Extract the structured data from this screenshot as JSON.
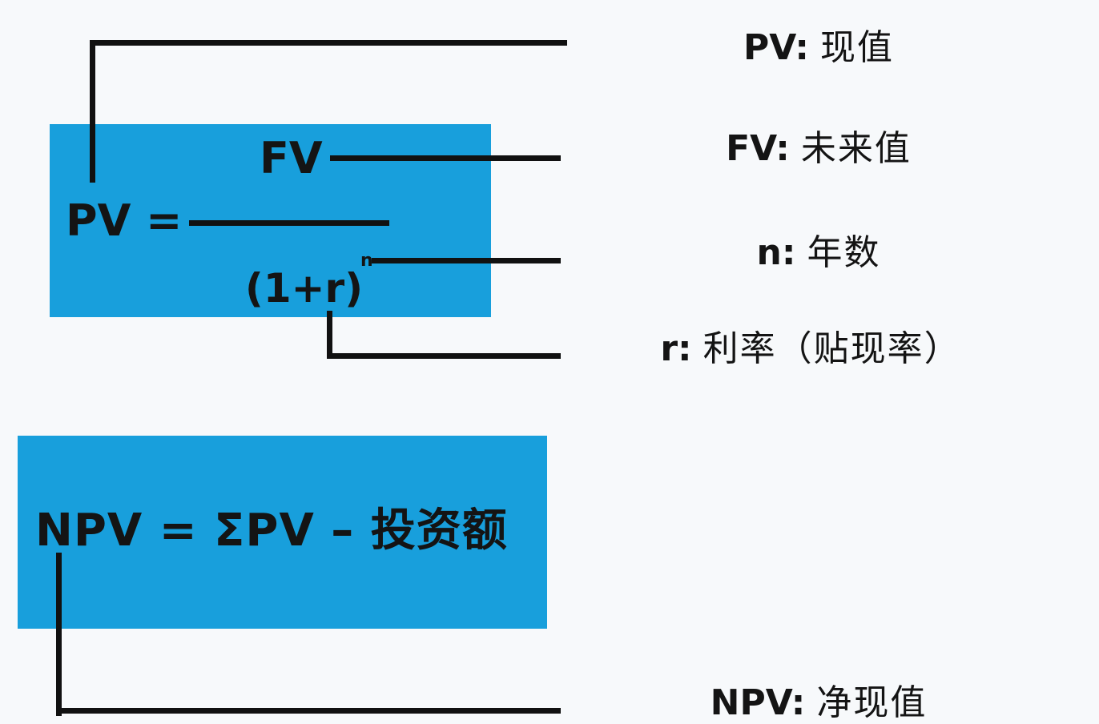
{
  "formula1": {
    "lhs": "PV =",
    "numerator": "FV",
    "denominator": "(1+r)",
    "exponent": "n"
  },
  "formula2": {
    "text": "NPV = ΣPV – 投资额"
  },
  "legend": [
    {
      "key": "PV:",
      "value": "现值"
    },
    {
      "key": "FV:",
      "value": "未来值"
    },
    {
      "key": "n:",
      "value": "年数"
    },
    {
      "key": "r:",
      "value": "利率（贴现率）"
    },
    {
      "key": "NPV:",
      "value": "净现值"
    }
  ],
  "colors": {
    "box": "#189fdc",
    "line": "#111111",
    "background": "#f7f9fb"
  }
}
